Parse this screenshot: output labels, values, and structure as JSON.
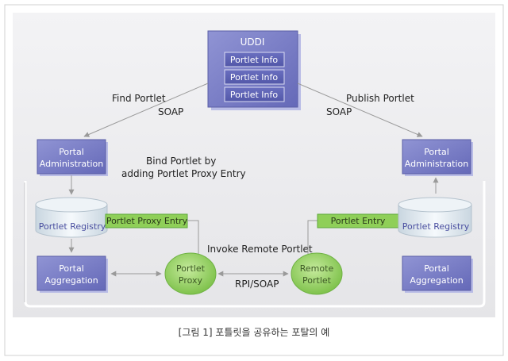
{
  "uddi": {
    "title": "UDDI",
    "items": [
      "Portlet Info",
      "Portlet Info",
      "Portlet Info"
    ]
  },
  "labels": {
    "find_portlet": "Find Portlet",
    "soap_left": "SOAP",
    "publish_portlet": "Publish Portlet",
    "soap_right": "SOAP",
    "bind_portlet_line1": "Bind Portlet by",
    "bind_portlet_line2": "adding Portlet Proxy Entry",
    "invoke_remote": "Invoke Remote Portlet",
    "rpi_soap": "RPI/SOAP"
  },
  "left": {
    "admin_line1": "Portal",
    "admin_line2": "Administration",
    "registry": "Portlet Registry",
    "entry": "Portlet Proxy Entry",
    "aggregation_line1": "Portal",
    "aggregation_line2": "Aggregation",
    "proxy_line1": "Portlet",
    "proxy_line2": "Proxy"
  },
  "right": {
    "admin_line1": "Portal",
    "admin_line2": "Administration",
    "registry": "Portlet Registry",
    "entry": "Portlet Entry",
    "aggregation_line1": "Portal",
    "aggregation_line2": "Aggregation",
    "remote_line1": "Remote",
    "remote_line2": "Portlet"
  },
  "caption": "[그림 1] 포틀릿을 공유하는 포탈의 예",
  "colors": {
    "panel_bg": "#ebebed",
    "box_blue": "#7f84c8",
    "box_blue_dark": "#5c60a6",
    "box_text": "#ffffff",
    "green": "#8fcf58",
    "green_dark": "#5da83a",
    "cylinder": "#dde9f2",
    "arrow": "#999999",
    "label": "#222222"
  }
}
